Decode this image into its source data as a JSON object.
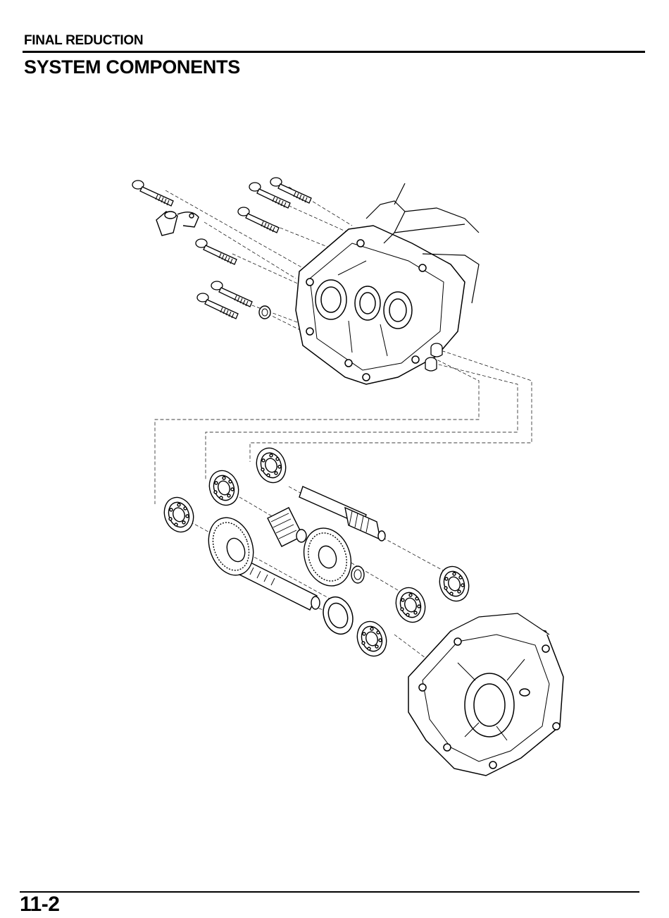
{
  "header": {
    "chapter_title": "FINAL REDUCTION",
    "section_title": "SYSTEM COMPONENTS"
  },
  "footer": {
    "page_number": "11-2"
  },
  "figure": {
    "icon": "exploded-parts-diagram"
  }
}
